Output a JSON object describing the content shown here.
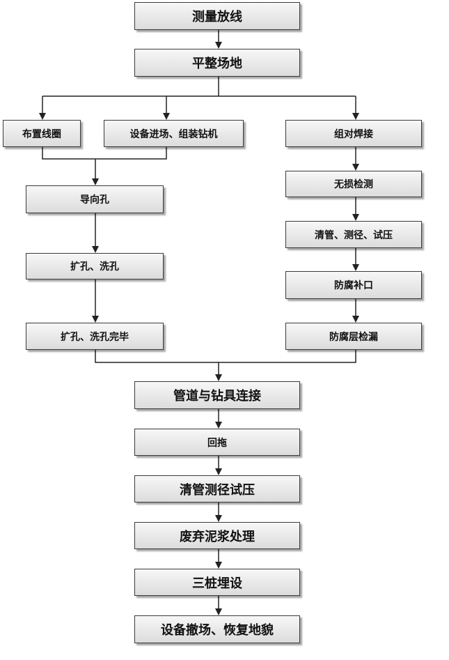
{
  "nodes": {
    "survey": "测量放线",
    "level_site": "平整场地",
    "coil": "布置线圈",
    "rig": "设备进场、组装钻机",
    "pilot": "导向孔",
    "ream": "扩孔、洗孔",
    "ream_done": "扩孔、洗孔完毕",
    "weld": "组对焊接",
    "ndt": "无损检测",
    "clean_test": "清管、测径、试压",
    "coat_patch": "防腐补口",
    "coat_leak": "防腐层检漏",
    "connect": "管道与钻具连接",
    "pullback": "回拖",
    "final_test": "清管测径试压",
    "mud": "废弃泥浆处理",
    "marker": "三桩埋设",
    "restore": "设备撤场、恢复地貌"
  },
  "colors": {
    "line": "#222222",
    "box_border": "#3a3a3a"
  }
}
